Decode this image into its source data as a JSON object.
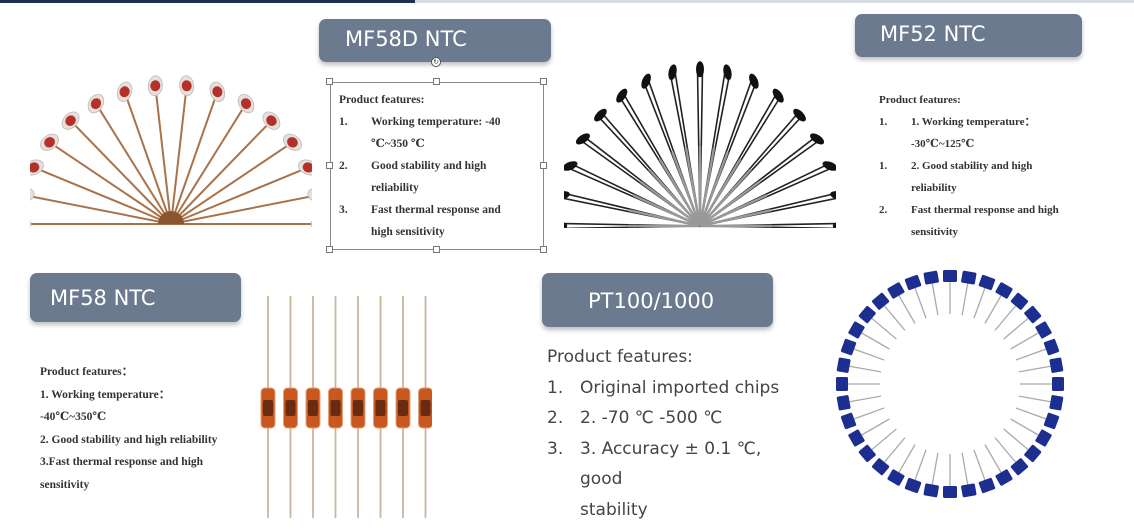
{
  "cards": {
    "mf58d": {
      "title": "MF58D NTC",
      "heading": "Product features:",
      "items": [
        {
          "num": "1.",
          "line1": "Working temperature: -40",
          "line2": "℃~350 ℃"
        },
        {
          "num": "2.",
          "line1": "Good stability and high",
          "line2": "reliability"
        },
        {
          "num": "3.",
          "line1": "Fast thermal response and",
          "line2": "high sensitivity"
        }
      ]
    },
    "mf52": {
      "title": "MF52 NTC",
      "heading": "Product features:",
      "items": [
        {
          "num": "1.",
          "line1": "1. Working temperature：",
          "line2": "-30℃~125℃"
        },
        {
          "num": "1.",
          "line1": "2. Good stability and high",
          "line2": "reliability"
        },
        {
          "num": "2.",
          "line1": "Fast thermal response and high",
          "line2": "sensitivity"
        }
      ]
    },
    "mf58": {
      "title": "MF58 NTC",
      "heading": "Product features：",
      "lines": [
        "1.  Working temperature：",
        "-40℃~350℃",
        "2. Good stability and high reliability",
        "3.Fast thermal response and high",
        "sensitivity"
      ]
    },
    "pt100": {
      "title": "PT100/1000",
      "heading": "Product features:",
      "items": [
        {
          "num": "1.",
          "line1": "Original imported chips",
          "line2": ""
        },
        {
          "num": "2.",
          "line1": "2. -70 ℃ -500 ℃",
          "line2": ""
        },
        {
          "num": "3.",
          "line1": "3. Accuracy ± 0.1 ℃, good",
          "line2": "stability"
        }
      ]
    }
  },
  "images": {
    "mf58d_fan": "glass-bead-thermistor-fan-image",
    "mf52_fan": "black-epoxy-thermistor-fan-image",
    "mf58_row": "axial-glass-thermistor-row-image",
    "pt100_ring": "blue-sensor-ring-image"
  },
  "colors": {
    "title_bg": "#6c7a90",
    "title_text": "#ffffff",
    "top_bar": "#1f2f4f"
  }
}
